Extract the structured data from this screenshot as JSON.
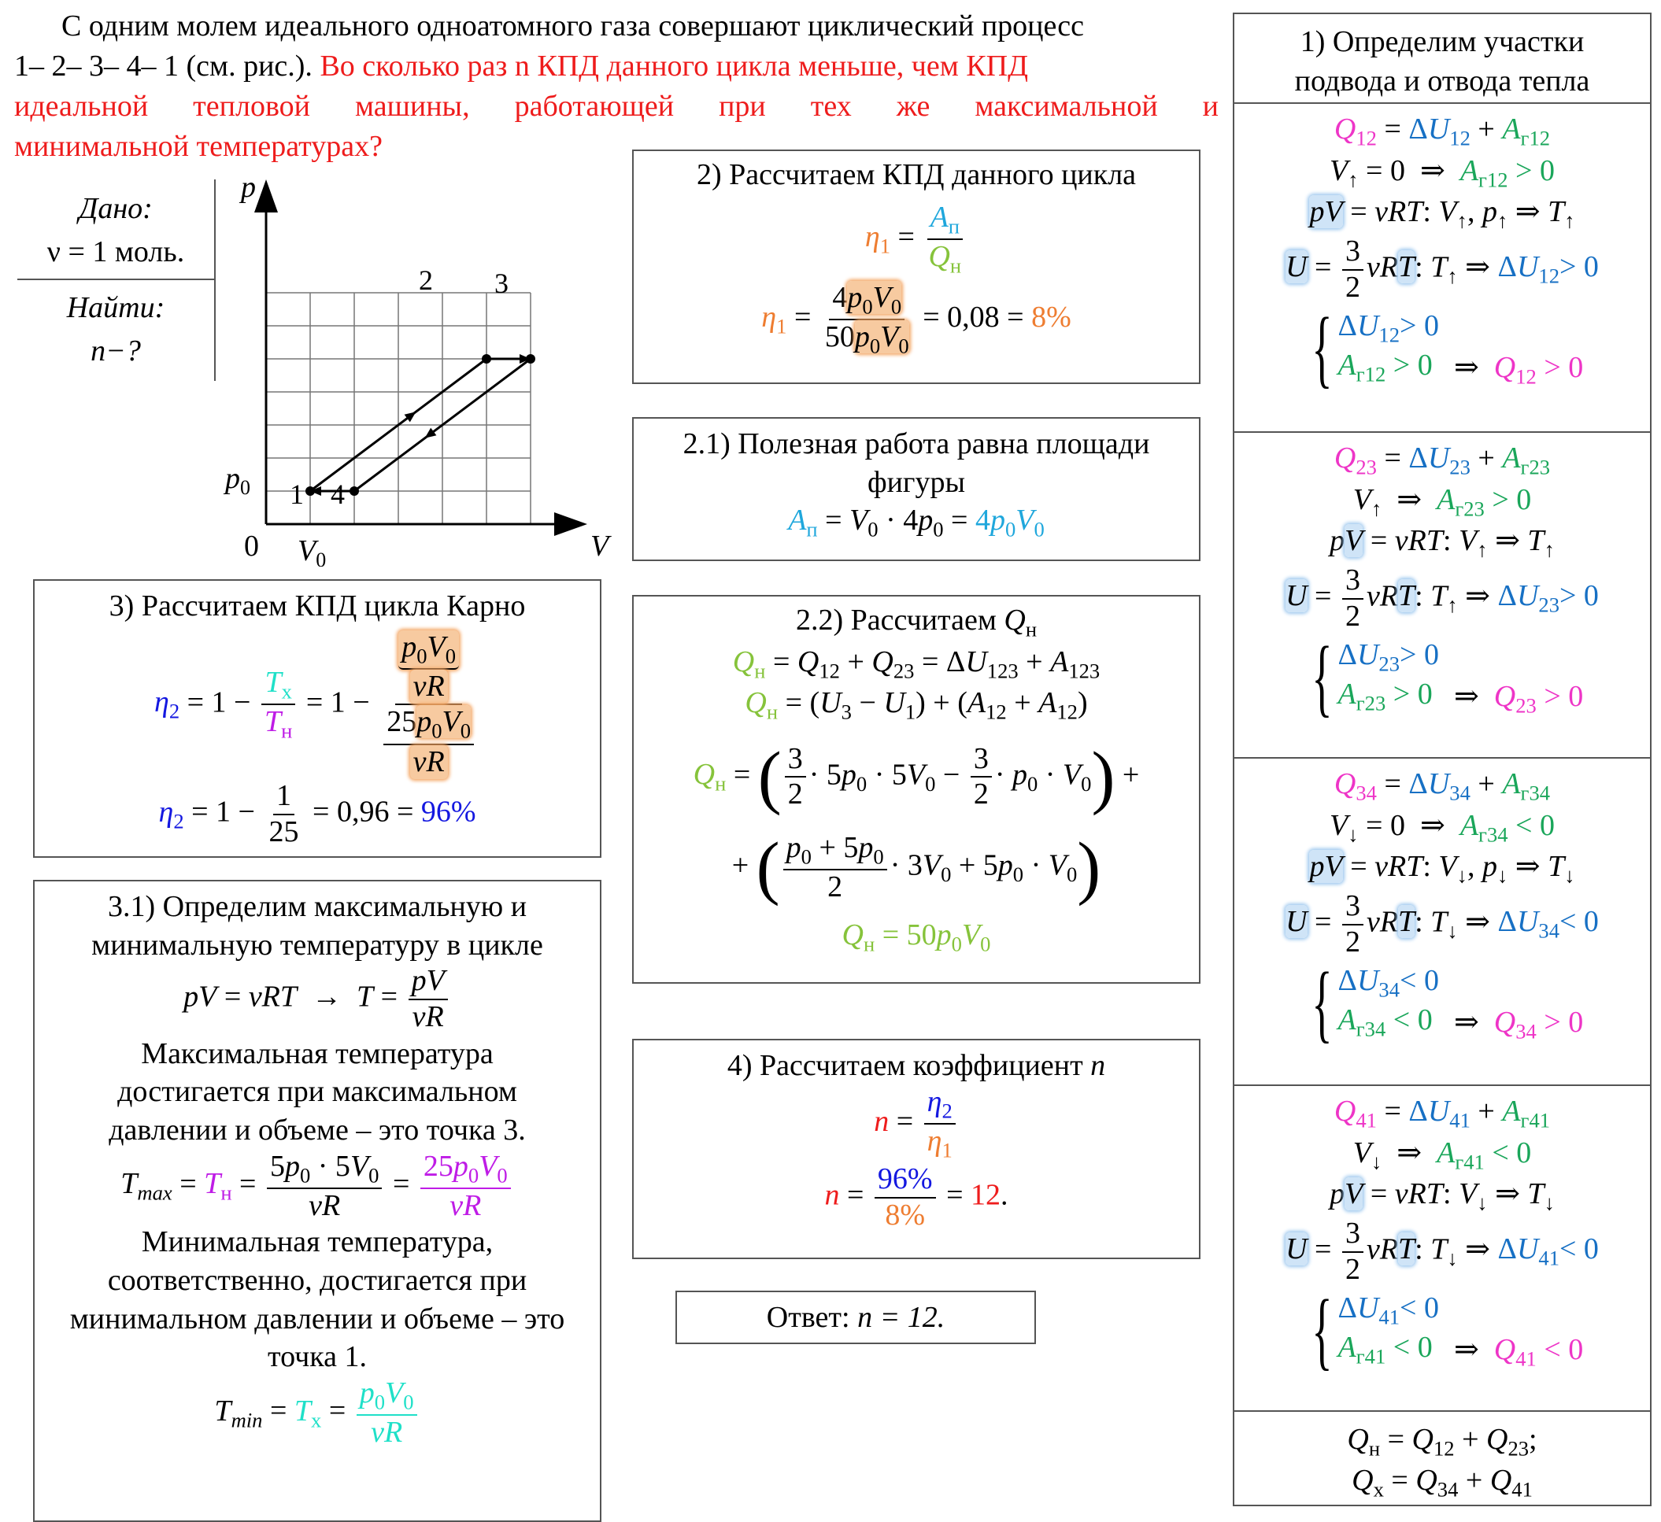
{
  "problem": {
    "line1": "С одним молем идеального одноатомного газа совершают циклический процесс",
    "line2_black": "1– 2– 3– 4– 1  (см. рис.).",
    "line2_red": " Во сколько раз n КПД данного цикла меньше, чем КПД",
    "line3_red": "идеальной тепловой машины, работающей при тех же максимальной и",
    "line4_red": "минимальной температурах?"
  },
  "given": {
    "label": "Дано:",
    "value": "ν = 1 моль.",
    "find_label": "Найти:",
    "find_value": "n−?"
  },
  "graph": {
    "y_axis": "p",
    "x_axis": "V",
    "origin": "0",
    "p_tick": "p0",
    "v_tick": "V0",
    "point_labels": [
      "1",
      "2",
      "3",
      "4"
    ],
    "cycle_points": [
      {
        "p": 1,
        "V": 1
      },
      {
        "p": 5,
        "V": 5
      },
      {
        "p": 5,
        "V": 6
      },
      {
        "p": 1,
        "V": 2
      }
    ]
  },
  "box2": {
    "title": "2) Рассчитаем КПД данного цикла",
    "result1": "0,08",
    "result2": "8%"
  },
  "box21": {
    "title_l1": "2.1) Полезная работа равна площади",
    "title_l2": "фигуры"
  },
  "box22": {
    "title": "2.2) Рассчитаем "
  },
  "box3": {
    "title": "3) Рассчитаем КПД цикла Карно",
    "r1": "0,96",
    "r2": "96%"
  },
  "box31": {
    "t1": "3.1) Определим максимальную и",
    "t2": "минимальную температуру в цикле",
    "m1": "Максимальная температура",
    "m2": "достигается при максимальном",
    "m3": "давлении и объеме – это точка 3.",
    "n1": "Минимальная температура,",
    "n2": "соответственно, достигается при",
    "n3": "минимальном давлении и объеме – это",
    "n4": "точка 1."
  },
  "box4": {
    "title": "4) Рассчитаем коэффициент ",
    "num": "96%",
    "den": "8%",
    "result": "12"
  },
  "answer": {
    "label": "Ответ: ",
    "value": "n = 12."
  },
  "box1": {
    "title_l1": "1) Определим участки",
    "title_l2": "подвода и отвода тепла"
  }
}
